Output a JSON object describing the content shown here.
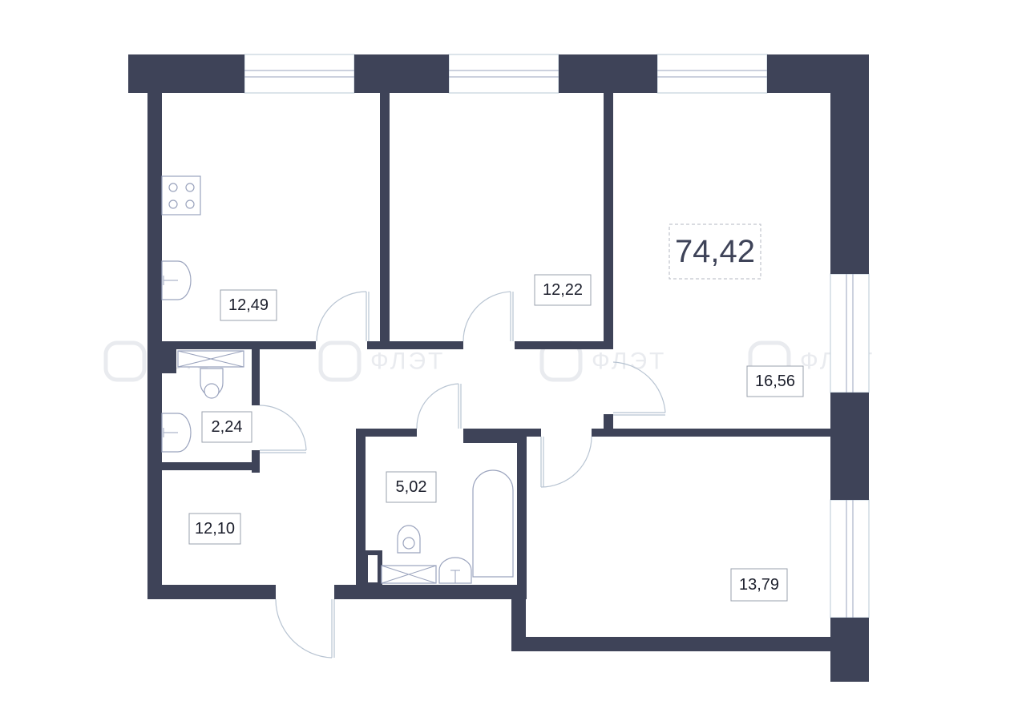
{
  "plan": {
    "total_area": "74,42",
    "rooms": [
      {
        "id": "kitchen",
        "area": "12,49"
      },
      {
        "id": "bedroom-middle",
        "area": "12,22"
      },
      {
        "id": "living-room",
        "area": "16,56"
      },
      {
        "id": "toilet",
        "area": "2,24"
      },
      {
        "id": "hall",
        "area": "12,10"
      },
      {
        "id": "bathroom",
        "area": "5,02"
      },
      {
        "id": "bedroom-right",
        "area": "13,79"
      }
    ],
    "watermark": "ФЛЭТ",
    "colors": {
      "wall": "#3e4358",
      "window": "#b9c9d6",
      "door": "#b8c4d2",
      "background": "#ffffff"
    }
  }
}
